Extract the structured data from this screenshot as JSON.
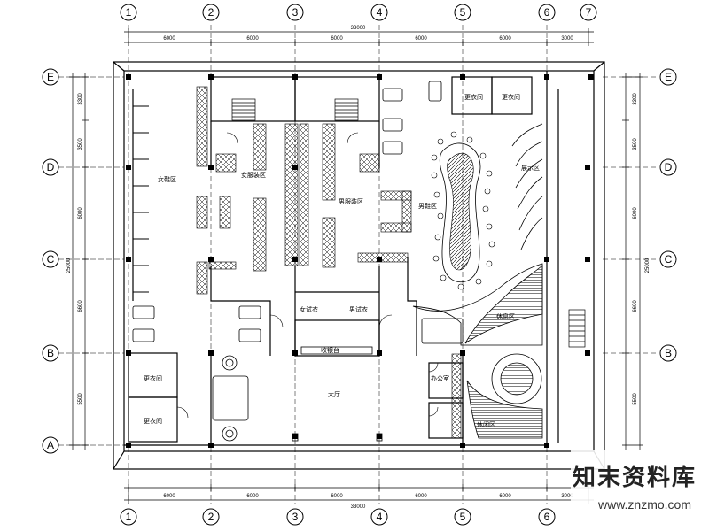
{
  "grid_columns": [
    "1",
    "2",
    "3",
    "4",
    "5",
    "6",
    "7"
  ],
  "grid_rows": [
    "E",
    "D",
    "C",
    "B",
    "A"
  ],
  "top_total": "33000",
  "bottom_total": "33000",
  "top_spans": [
    "6000",
    "6000",
    "6000",
    "6000",
    "6000",
    "3000"
  ],
  "bottom_spans": [
    "6000",
    "6000",
    "6000",
    "6000",
    "6000",
    "3000"
  ],
  "left_spans": [
    "3300",
    "3500",
    "6000",
    "6600",
    "5500"
  ],
  "right_spans": [
    "3300",
    "3500",
    "6000",
    "6600",
    "5500"
  ],
  "left_total": "25000",
  "right_total": "25000",
  "rooms": {
    "womens_shoes": "女鞋区",
    "womens_clothing": "女服装区",
    "mens_clothing": "男服装区",
    "mens_shoes": "男鞋区",
    "womens_fitting": "女试衣",
    "mens_fitting": "男试衣",
    "hall": "大厅",
    "cashier": "收银台",
    "dressing_left_top": "更衣间",
    "dressing_left_bottom": "更衣间",
    "dressing_top_right_a": "更衣间",
    "dressing_top_right_b": "更衣间",
    "office_right": "办公室",
    "display_right": "展示区",
    "rest_area": "休息区",
    "lounge": "休闲区"
  },
  "watermark": {
    "brand": "知末资料库",
    "url": "www.znzmo.com"
  },
  "colors": {
    "line": "#000000",
    "background": "#ffffff"
  }
}
